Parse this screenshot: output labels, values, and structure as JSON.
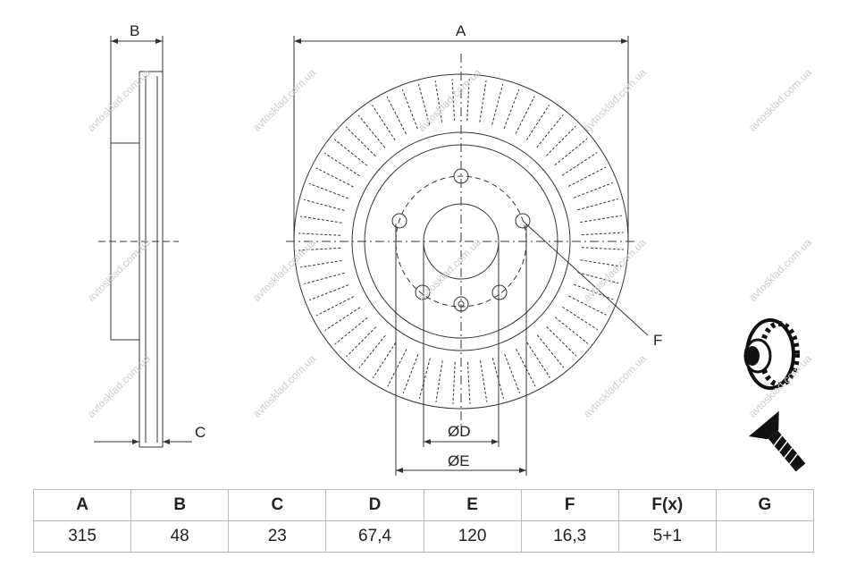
{
  "watermark": "avtosklad.com.ua",
  "labels": {
    "A": "A",
    "B": "B",
    "C": "C",
    "D": "ØD",
    "E": "ØE",
    "F": "F"
  },
  "table": {
    "headers": [
      "A",
      "B",
      "C",
      "D",
      "E",
      "F",
      "F(x)",
      "G"
    ],
    "values": [
      "315",
      "48",
      "23",
      "67,4",
      "120",
      "16,3",
      "5+1",
      ""
    ]
  },
  "icons": [
    "brake-disc-icon",
    "screw-icon"
  ]
}
